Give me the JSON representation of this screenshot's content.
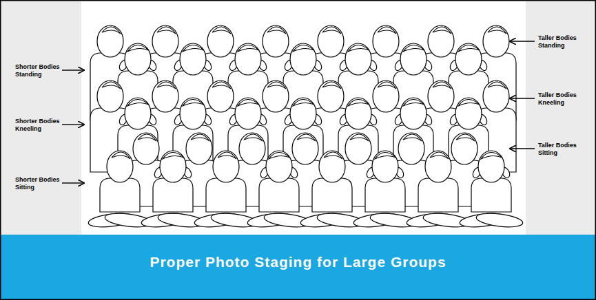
{
  "diagram": {
    "title": "Proper Photo Staging for Large Groups",
    "labels": [
      "Shorter Bodies Standing",
      "Shorter Bodies Kneeling",
      "Shorter Bodies Sitting",
      "Taller Bodies Standing",
      "Taller Bodies Kneeling",
      "Taller Bodies Sitting"
    ]
  }
}
